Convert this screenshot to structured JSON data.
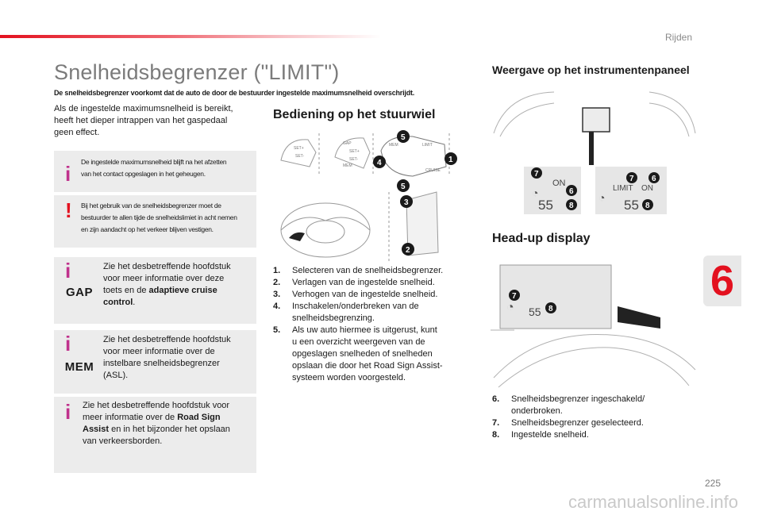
{
  "header": {
    "section": "Rijden"
  },
  "page": {
    "number": "225",
    "chapter": "6"
  },
  "title": "Snelheidsbegrenzer (\"LIMIT\")",
  "intro": "De snelheidsbegrenzer voorkomt dat de auto de door de bestuurder ingestelde maximumsnelheid overschrijdt.",
  "body": [
    "Als de ingestelde maximumsnelheid is bereikt,",
    "heeft het dieper intrappen van het gaspedaal",
    "geen effect."
  ],
  "notes": {
    "info1": [
      "De ingestelde maximumsnelheid blijft na het afzetten",
      "van het contact opgeslagen in het geheugen."
    ],
    "warn": [
      "Bij het gebruik van de snelheidsbegrenzer moet de",
      "bestuurder te allen tijde de snelheidslimiet in acht nemen",
      "en zijn aandacht op het verkeer blijven vestigen."
    ],
    "gap": {
      "badge": "GAP",
      "lines": [
        "Zie het desbetreffende hoofdstuk",
        "voor meer informatie over deze",
        "toets en de "
      ],
      "bold": "adaptieve cruise",
      "bold2": "control",
      "end": "."
    },
    "mem": {
      "badge": "MEM",
      "lines": [
        "Zie het desbetreffende hoofdstuk",
        "voor meer informatie over de",
        "instelbare snelheidsbegrenzer",
        "(ASL)."
      ]
    },
    "rsa": {
      "line1": "Zie het desbetreffende hoofdstuk voor",
      "line2": "meer informatie over de ",
      "bold": "Road Sign",
      "bold2": "Assist",
      "line3rest": " en in het bijzonder het opslaan",
      "line4": "van verkeersborden."
    }
  },
  "steering": {
    "heading": "Bediening op het stuurwiel",
    "lever_labels": {
      "set_plus": "SET+",
      "set_minus": "SET-",
      "gap": "GAP",
      "mem": "MEM",
      "limit": "LIMIT",
      "cruise": "CRUISE"
    },
    "items": [
      {
        "n": "1.",
        "text": [
          "Selecteren van de snelheidsbegrenzer."
        ]
      },
      {
        "n": "2.",
        "text": [
          "Verlagen van de ingestelde snelheid."
        ]
      },
      {
        "n": "3.",
        "text": [
          "Verhogen van de ingestelde snelheid."
        ]
      },
      {
        "n": "4.",
        "text": [
          "Inschakelen/onderbreken van de",
          "snelheidsbegrenzing."
        ]
      },
      {
        "n": "5.",
        "text": [
          "Als uw auto hiermee is uitgerust, kunt",
          "u een overzicht weergeven van de",
          "opgeslagen snelheden of snelheden",
          "opslaan die door het Road Sign Assist-",
          "systeem worden voorgesteld."
        ]
      }
    ]
  },
  "instrument": {
    "heading": "Weergave op het instrumentenpaneel",
    "display1": {
      "status": "ON",
      "speed": "55"
    },
    "display2": {
      "mode": "LIMIT",
      "status": "ON",
      "speed": "55"
    }
  },
  "hud": {
    "heading": "Head-up display",
    "speed": "55",
    "items": [
      {
        "n": "6.",
        "text": [
          "Snelheidsbegrenzer ingeschakeld/",
          "onderbroken."
        ]
      },
      {
        "n": "7.",
        "text": [
          "Snelheidsbegrenzer geselecteerd."
        ]
      },
      {
        "n": "8.",
        "text": [
          "Ingestelde snelheid."
        ]
      }
    ]
  },
  "watermark": "carmanualsonline.info",
  "colors": {
    "accent": "#e3111f",
    "info": "#c0328d",
    "note_bg": "#ececec"
  }
}
